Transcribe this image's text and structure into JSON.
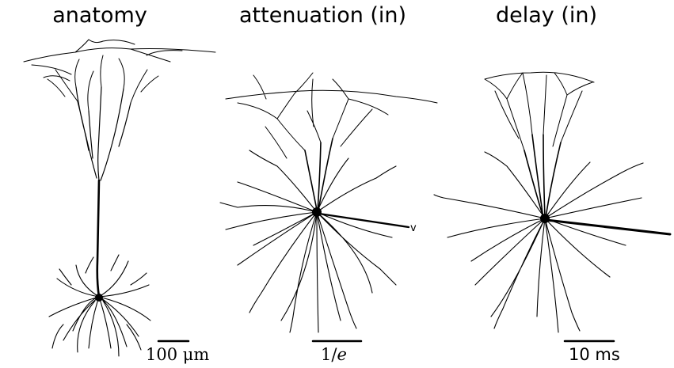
{
  "titles": {
    "anatomy": "anatomy",
    "attenuation": "attenuation (in)",
    "delay": "delay (in)"
  },
  "scale_bars": {
    "anatomy": "100 μm",
    "attenuation_prefix": "1/",
    "attenuation_var": "e",
    "delay": "10 ms"
  },
  "electrode_label": "v",
  "colors": {
    "ink": "#000000",
    "background": "#ffffff"
  }
}
